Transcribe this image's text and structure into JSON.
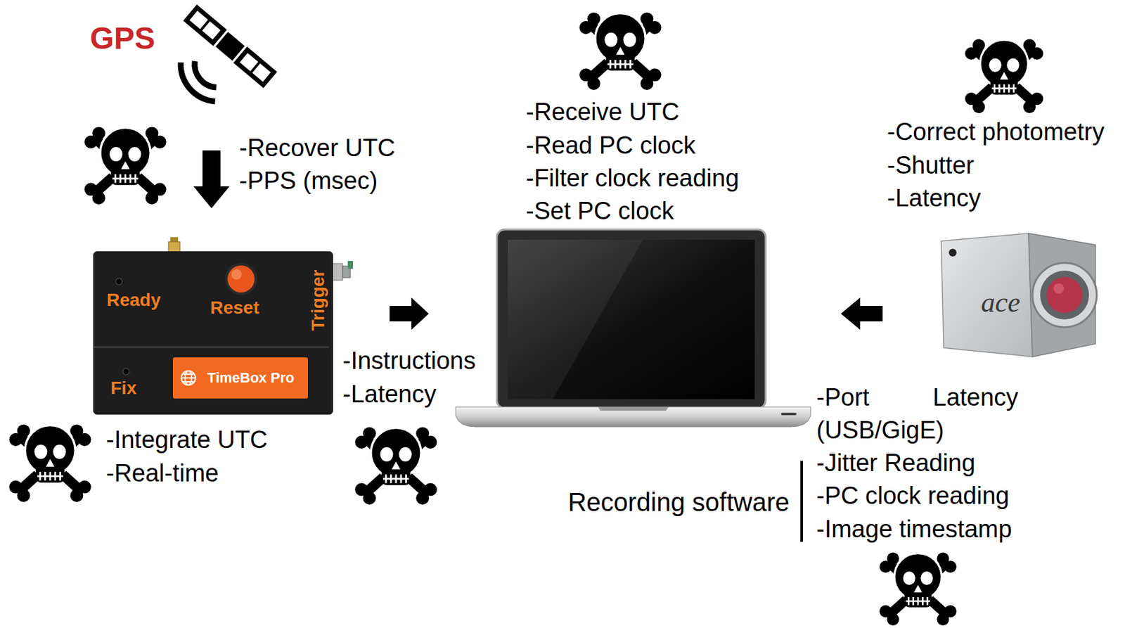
{
  "diagram": {
    "nodes": [
      {
        "text": [
          "Ready",
          "Reset",
          "Trigger",
          "Fix"
        ]
      },
      {
        "text": [
          "TimeBox Pro"
        ],
        "in": 0
      },
      {
        "text": [
          "ace"
        ]
      }
    ],
    "labels": [
      "GPS",
      "-Recover UTC",
      "-PPS (msec)",
      "-Integrate UTC",
      "-Real-time",
      "-Instructions",
      "-Latency",
      "-Receive UTC",
      "-Read PC clock",
      "-Filter clock reading",
      "-Set PC clock",
      "-Correct photometry",
      "-Shutter",
      "-Latency",
      "-Port",
      "Latency",
      "(USB/GigE)",
      "-Jitter Reading",
      "-PC clock reading",
      "-Image timestamp",
      "Recording software"
    ]
  }
}
